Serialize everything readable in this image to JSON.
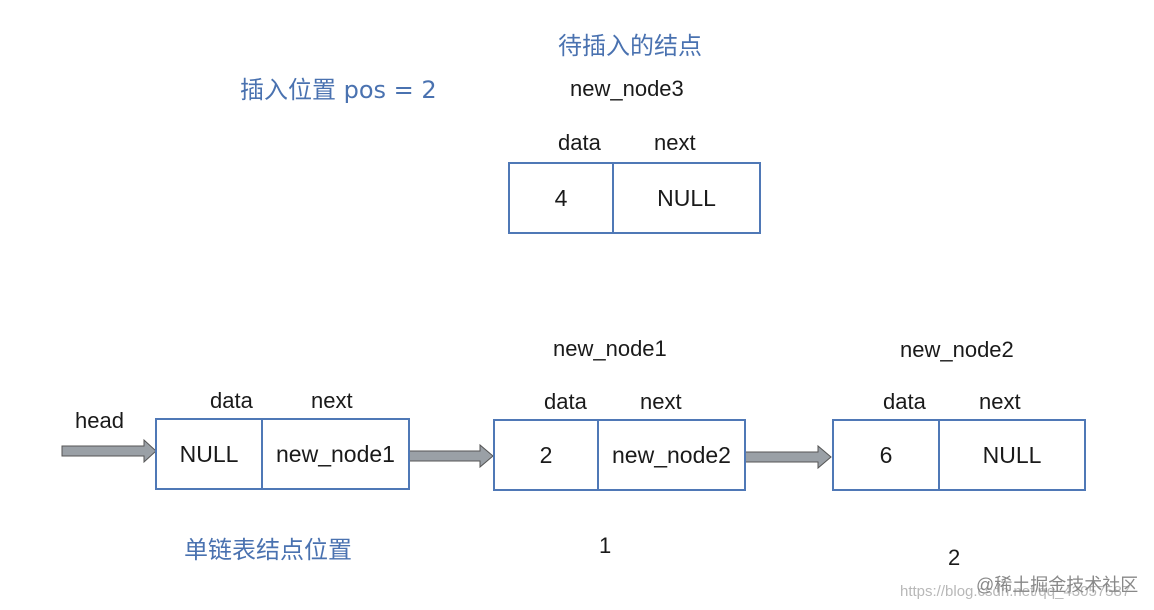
{
  "colors": {
    "accent": "#4a72b0",
    "node_border": "#4f78b6",
    "arrow_fill": "#9aa0a6"
  },
  "insert_position_label": "插入位置 pos = 2",
  "pending": {
    "title": "待插入的结点",
    "name": "new_node3",
    "data_label": "data",
    "next_label": "next",
    "data": "4",
    "next": "NULL"
  },
  "head_label": "head",
  "list_title": "单链表结点位置",
  "nodes": [
    {
      "name": "",
      "data_label": "data",
      "next_label": "next",
      "data": "NULL",
      "next": "new_node1",
      "position": ""
    },
    {
      "name": "new_node1",
      "data_label": "data",
      "next_label": "next",
      "data": "2",
      "next": "new_node2",
      "position": "1"
    },
    {
      "name": "new_node2",
      "data_label": "data",
      "next_label": "next",
      "data": "6",
      "next": "NULL",
      "position": "2"
    }
  ],
  "watermark": {
    "url": "https://blog.csdn.net/qq_43057587",
    "brand": "@稀土掘金技术社区"
  }
}
